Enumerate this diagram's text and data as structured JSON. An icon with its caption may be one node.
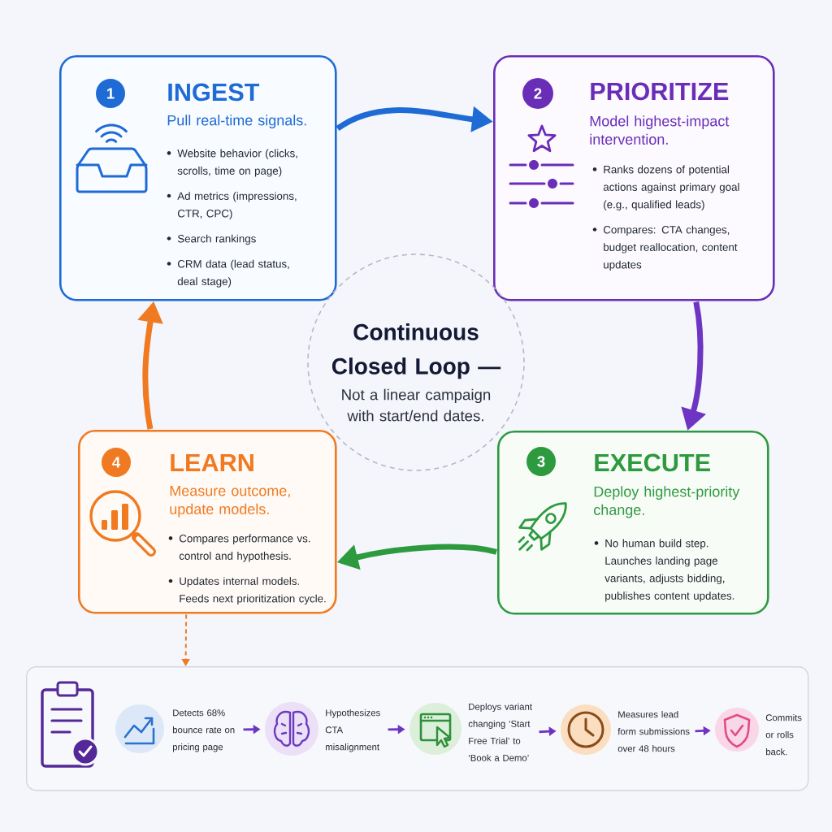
{
  "diagram": {
    "nodes": [
      {
        "text": [
          "INGEST",
          "Pull real-time signals.",
          "Website behavior (clicks, scrolls, time on page)",
          "Ad metrics (impressions, CTR, CPC)",
          "Search rankings",
          "CRM data (lead status, deal stage)"
        ]
      },
      {
        "text": [
          "1"
        ],
        "in": 0
      },
      {
        "text": [
          "PRIORITIZE",
          "Model highest-impact intervention.",
          "Ranks dozens of potential actions against primary goal (e.g., qualified leads)",
          "Compares: CTA changes, budget reallocation, content updates"
        ]
      },
      {
        "text": [
          "2"
        ],
        "in": 2
      },
      {
        "text": [
          "Continuous Closed Loop —",
          "Not a linear campaign with start/end dates."
        ]
      },
      {
        "text": [
          "LEARN",
          "Measure outcome, update models.",
          "Compares performance vs. control and hypothesis.",
          "Updates internal models. Feeds next prioritization cycle."
        ]
      },
      {
        "text": [
          "4"
        ],
        "in": 5
      },
      {
        "text": [
          "EXECUTE",
          "Deploy highest-priority change.",
          "No human build step. Launches landing page variants, adjusts bidding, publishes content updates."
        ]
      },
      {
        "text": [
          "3"
        ],
        "in": 7
      },
      {
        "text": [],
        "shape": "box"
      },
      {
        "text": [],
        "shape": "circle",
        "in": 9,
        "beside": [
          "Detects 68% bounce rate on pricing page"
        ]
      },
      {
        "text": [],
        "shape": "circle",
        "in": 9,
        "beside": [
          "Hypothesizes CTA misalignment"
        ]
      },
      {
        "text": [],
        "shape": "circle",
        "in": 9,
        "beside": [
          "Deploys variant changing ‘Start Free Trial’ to ‘Book a Demo’"
        ]
      },
      {
        "text": [],
        "shape": "circle",
        "in": 9,
        "beside": [
          "Measures lead form submissions over 48 hours"
        ]
      },
      {
        "text": [],
        "shape": "circle",
        "in": 9,
        "beside": [
          "Commits or rolls back."
        ]
      }
    ],
    "edges": [
      {
        "from": 0,
        "to": 2,
        "arrow": "to",
        "style": "thick",
        "color": "#1e6bd6"
      },
      {
        "from": 2,
        "to": 7,
        "arrow": "to",
        "style": "thick"
      },
      {
        "from": 7,
        "to": 5,
        "arrow": "to",
        "style": "thick",
        "color": "#2e9a40"
      },
      {
        "from": 5,
        "to": 0,
        "arrow": "to",
        "style": "thick",
        "color": "#f07a22"
      },
      {
        "from": 5,
        "to": 9,
        "arrow": "to",
        "style": "dashed",
        "color": "#f07a22"
      },
      {
        "from": 10,
        "to": 11,
        "arrow": "to"
      },
      {
        "from": 11,
        "to": 12,
        "arrow": "to"
      },
      {
        "from": 12,
        "to": 13,
        "arrow": "to"
      },
      {
        "from": 13,
        "to": 14,
        "arrow": "to"
      }
    ]
  }
}
